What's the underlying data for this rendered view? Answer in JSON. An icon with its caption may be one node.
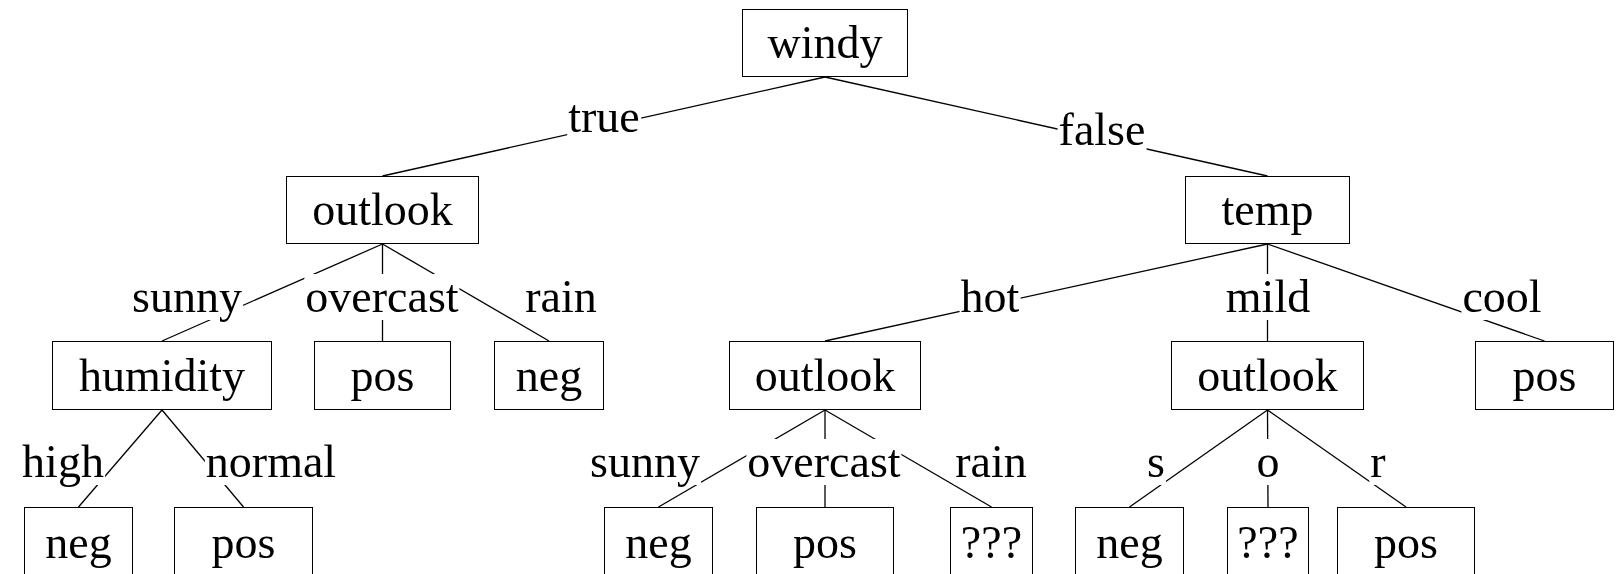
{
  "diagram": {
    "nodes": [
      {
        "text": [
          "windy"
        ]
      },
      {
        "text": [
          "outlook"
        ]
      },
      {
        "text": [
          "temp"
        ]
      },
      {
        "text": [
          "humidity"
        ]
      },
      {
        "text": [
          "pos"
        ]
      },
      {
        "text": [
          "neg"
        ]
      },
      {
        "text": [
          "outlook"
        ]
      },
      {
        "text": [
          "outlook"
        ]
      },
      {
        "text": [
          "pos"
        ]
      },
      {
        "text": [
          "neg"
        ]
      },
      {
        "text": [
          "pos"
        ]
      },
      {
        "text": [
          "neg"
        ]
      },
      {
        "text": [
          "pos"
        ]
      },
      {
        "text": [
          "???"
        ]
      },
      {
        "text": [
          "neg"
        ]
      },
      {
        "text": [
          "???"
        ]
      },
      {
        "text": [
          "pos"
        ]
      }
    ],
    "edges": [
      {
        "from": 0,
        "to": 1,
        "arrow": "none",
        "label": "true"
      },
      {
        "from": 0,
        "to": 2,
        "arrow": "none",
        "label": "false"
      },
      {
        "from": 1,
        "to": 3,
        "arrow": "none",
        "label": "sunny"
      },
      {
        "from": 1,
        "to": 4,
        "arrow": "none",
        "label": "overcast"
      },
      {
        "from": 1,
        "to": 5,
        "arrow": "none",
        "label": "rain"
      },
      {
        "from": 2,
        "to": 6,
        "arrow": "none",
        "label": "hot"
      },
      {
        "from": 2,
        "to": 7,
        "arrow": "none",
        "label": "mild"
      },
      {
        "from": 2,
        "to": 8,
        "arrow": "none",
        "label": "cool"
      },
      {
        "from": 3,
        "to": 9,
        "arrow": "none",
        "label": "high"
      },
      {
        "from": 3,
        "to": 10,
        "arrow": "none",
        "label": "normal"
      },
      {
        "from": 6,
        "to": 11,
        "arrow": "none",
        "label": "sunny"
      },
      {
        "from": 6,
        "to": 12,
        "arrow": "none",
        "label": "overcast"
      },
      {
        "from": 6,
        "to": 13,
        "arrow": "none",
        "label": "rain"
      },
      {
        "from": 7,
        "to": 14,
        "arrow": "none",
        "label": "s"
      },
      {
        "from": 7,
        "to": 15,
        "arrow": "none",
        "label": "o"
      },
      {
        "from": 7,
        "to": 16,
        "arrow": "none",
        "label": "r"
      }
    ]
  }
}
